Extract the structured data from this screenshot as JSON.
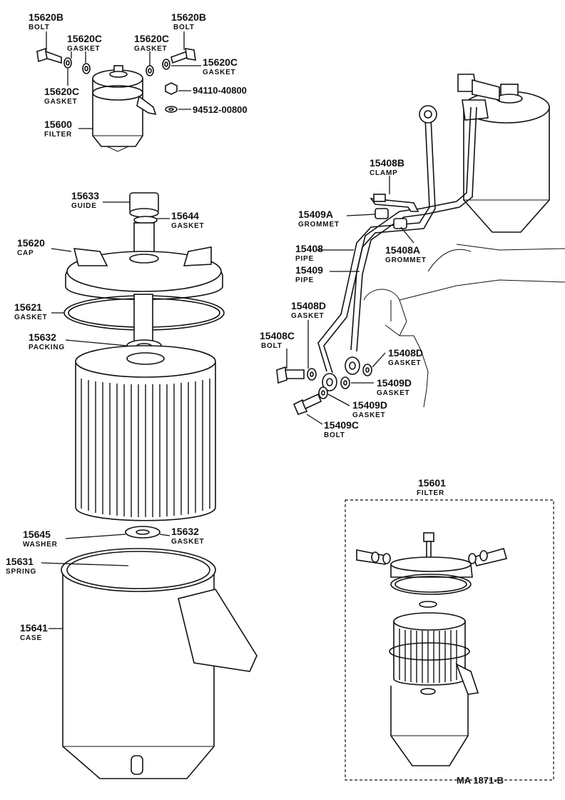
{
  "labels": {
    "bolt_tl": {
      "num": "15620B",
      "name": "BOLT"
    },
    "gasket_tl": {
      "num": "15620C",
      "name": "GASKET"
    },
    "gasket_tc": {
      "num": "15620C",
      "name": "GASKET"
    },
    "bolt_tr": {
      "num": "15620B",
      "name": "BOLT"
    },
    "gasket_tr": {
      "num": "15620C",
      "name": "GASKET"
    },
    "gasket_ml": {
      "num": "15620C",
      "name": "GASKET"
    },
    "nut_code": "94110-40800",
    "washer_code": "94512-00800",
    "filter_top": {
      "num": "15600",
      "name": "FILTER"
    },
    "guide": {
      "num": "15633",
      "name": "GUIDE"
    },
    "gasket_15644": {
      "num": "15644",
      "name": "GASKET"
    },
    "cap": {
      "num": "15620",
      "name": "CAP"
    },
    "gasket_15621": {
      "num": "15621",
      "name": "GASKET"
    },
    "packing": {
      "num": "15632",
      "name": "PACKING"
    },
    "washer": {
      "num": "15645",
      "name": "WASHER"
    },
    "gasket_15632": {
      "num": "15632",
      "name": "GASKET"
    },
    "spring": {
      "num": "15631",
      "name": "SPRING"
    },
    "case": {
      "num": "15641",
      "name": "CASE"
    },
    "clamp": {
      "num": "15408B",
      "name": "CLAMP"
    },
    "grommet_a": {
      "num": "15409A",
      "name": "GROMMET"
    },
    "pipe_15408": {
      "num": "15408",
      "name": "PIPE"
    },
    "grommet_b": {
      "num": "15408A",
      "name": "GROMMET"
    },
    "pipe_15409": {
      "num": "15409",
      "name": "PIPE"
    },
    "gasket_15408d_l": {
      "num": "15408D",
      "name": "GASKET"
    },
    "bolt_15408c": {
      "num": "15408C",
      "name": "BOLT"
    },
    "gasket_15408d_r": {
      "num": "15408D",
      "name": "GASKET"
    },
    "gasket_15409d_r": {
      "num": "15409D",
      "name": "GASKET"
    },
    "gasket_15409d_l": {
      "num": "15409D",
      "name": "GASKET"
    },
    "bolt_15409c": {
      "num": "15409C",
      "name": "BOLT"
    },
    "filter_assy": {
      "num": "15601",
      "name": "FILTER"
    }
  },
  "footer_code": "MA 1871-B"
}
